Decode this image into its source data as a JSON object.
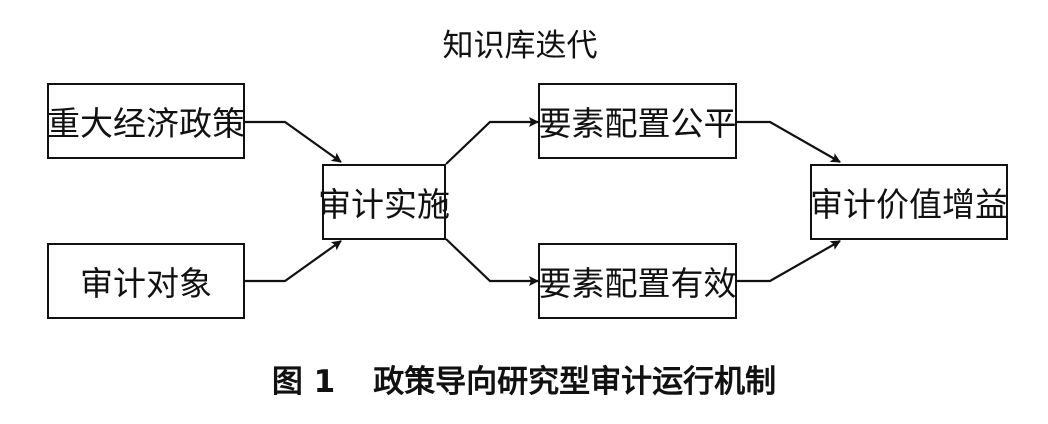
{
  "diagram": {
    "top_label": "知识库迭代",
    "nodes": {
      "major_policy": "重大经济政策",
      "audit_object": "审计对象",
      "audit_implementation": "审计实施",
      "allocation_fair": "要素配置公平",
      "allocation_effective": "要素配置有效",
      "audit_value_gain": "审计价值增益"
    },
    "edges": [
      {
        "from": "major_policy",
        "to": "audit_implementation"
      },
      {
        "from": "audit_object",
        "to": "audit_implementation"
      },
      {
        "from": "audit_implementation",
        "to": "allocation_fair"
      },
      {
        "from": "audit_implementation",
        "to": "allocation_effective"
      },
      {
        "from": "allocation_fair",
        "to": "audit_value_gain"
      },
      {
        "from": "allocation_effective",
        "to": "audit_value_gain"
      }
    ]
  },
  "caption": {
    "number": "图 1",
    "title": "政策导向研究型审计运行机制"
  }
}
